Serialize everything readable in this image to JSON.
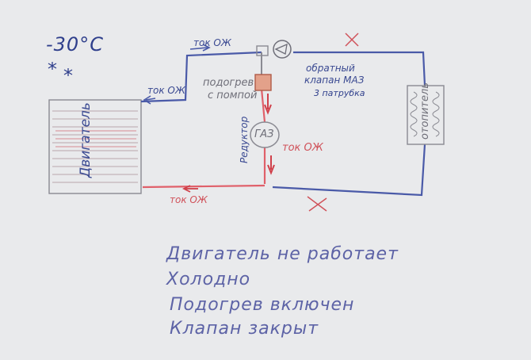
{
  "labels": {
    "temperature": "-30°C",
    "engine": "Двигатель",
    "heater_with_pump": [
      "подогрев",
      "с помпой"
    ],
    "gas": "ГАЗ",
    "reducer": "Редуктор",
    "check_valve": [
      "обратный",
      "клапан МАЗ",
      "3 патрубка"
    ],
    "cabin_heater": "отопитель",
    "flow_ok_top": "ток ОЖ",
    "flow_ok_engine": "ток ОЖ",
    "flow_ok_red_right": "ток ОЖ",
    "flow_ok_bottom": "ток ОЖ"
  },
  "notes": [
    "Двигатель не работает",
    "Холодно",
    "Подогрев включен",
    "Клапан закрыт"
  ],
  "colors": {
    "blue_line": "#4a5aa8",
    "red_line": "#e0606a",
    "gray_line": "#8a8a92",
    "paper": "#e9eaec"
  }
}
